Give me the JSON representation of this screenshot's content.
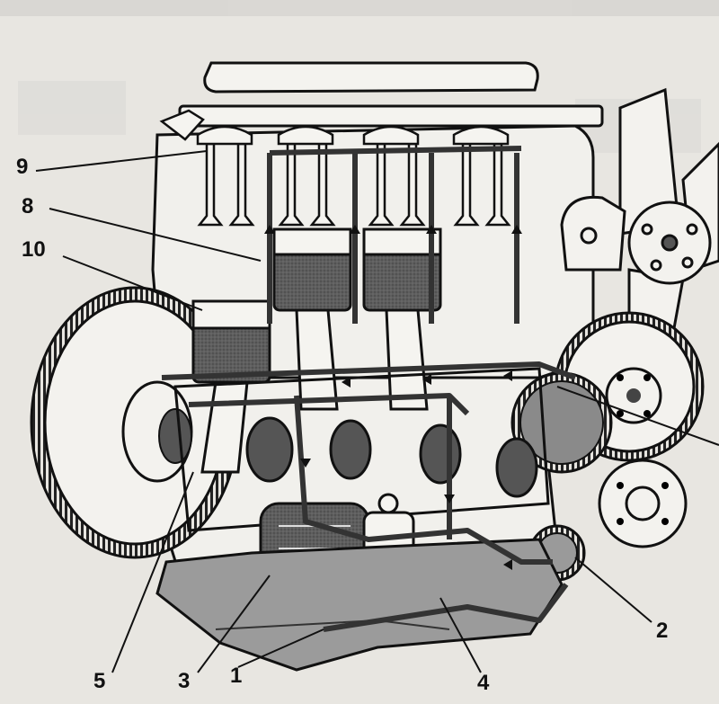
{
  "figure": {
    "callouts": [
      {
        "id": "c1",
        "text": "1"
      },
      {
        "id": "c2",
        "text": "2"
      },
      {
        "id": "c3",
        "text": "3"
      },
      {
        "id": "c4",
        "text": "4"
      },
      {
        "id": "c5",
        "text": "5"
      },
      {
        "id": "c8",
        "text": "8"
      },
      {
        "id": "c9",
        "text": "9"
      },
      {
        "id": "c10",
        "text": "10"
      }
    ]
  },
  "colors": {
    "paper": "#e8e6e1",
    "ink": "#1a1a1a",
    "oil": "#6a6a6a",
    "oil_dark": "#3c3c3c",
    "sump": "#9a9a9a"
  }
}
